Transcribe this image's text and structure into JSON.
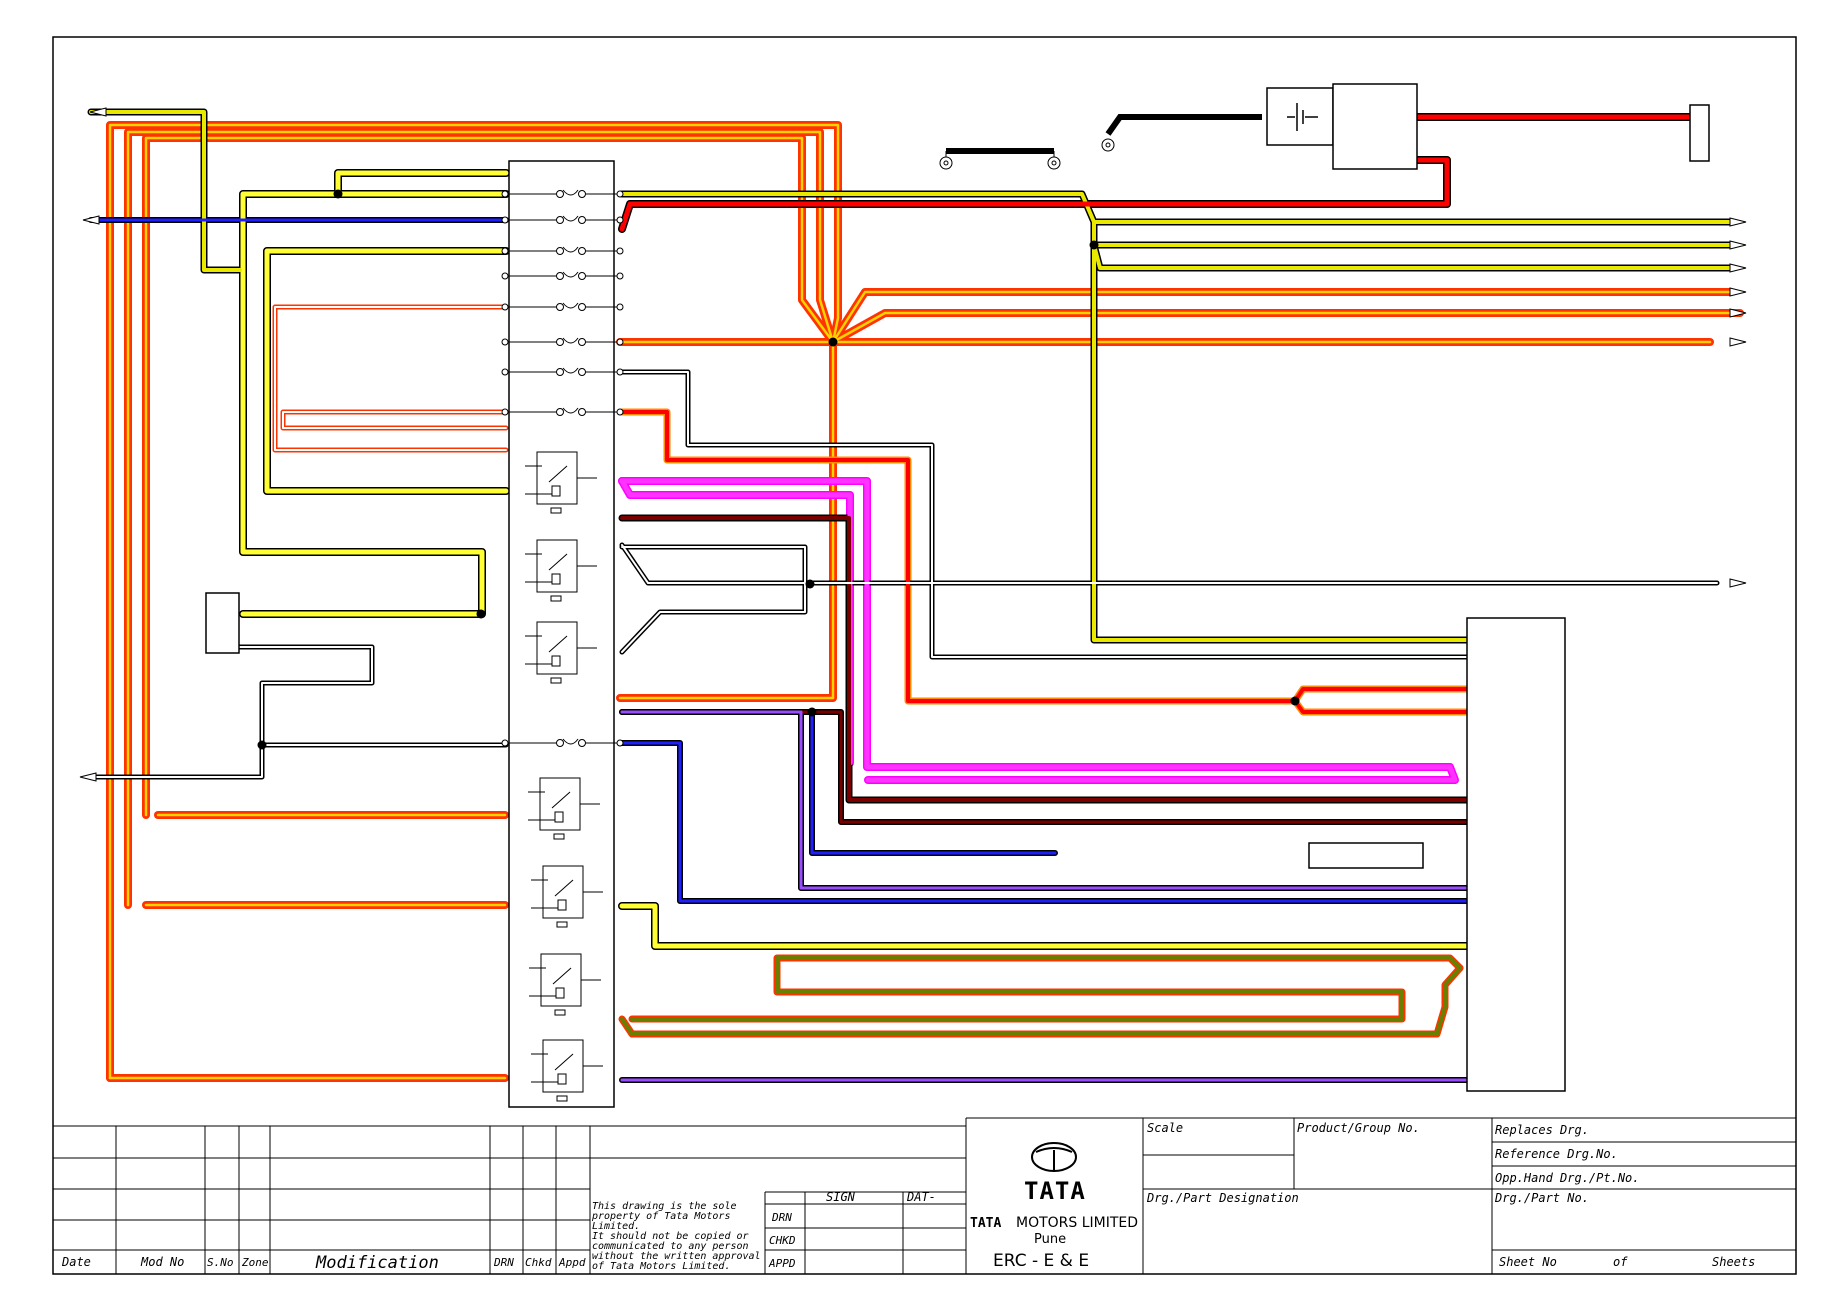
{
  "title_block": {
    "revision_headers": {
      "date": "Date",
      "mod_no": "Mod No",
      "s_no": "S.No",
      "zone": "Zone",
      "modification": "Modification",
      "drn": "DRN",
      "chkd": "Chkd",
      "appd": "Appd"
    },
    "notice_lines": [
      "This drawing is the sole",
      "property of Tata Motors",
      "Limited.",
      "  It should not be copied or",
      "communicated to any person",
      "without the written approval",
      "of Tata Motors Limited."
    ],
    "sign_header": "SIGN",
    "date_header": "DAT-",
    "role_drn": "DRN",
    "role_chkd": "CHKD",
    "role_appd": "APPD",
    "logo_word": "TATA",
    "company_prefix": "TATA",
    "company_name": "MOTORS LIMITED",
    "city": "Pune",
    "department": "ERC - E & E",
    "scale": "Scale",
    "product_group": "Product/Group No.",
    "designation": "Drg./Part Designation",
    "replaces": "Replaces Drg.",
    "reference": "Reference Drg.No.",
    "opp_hand": "Opp.Hand Drg./Pt.No.",
    "part_no": "Drg./Part No.",
    "sheet_no": "Sheet No",
    "of": "of",
    "sheets": "Sheets"
  },
  "colors": {
    "orange": "#ff8c00",
    "orange_core": "#ffd200",
    "red": "#ff0000",
    "yellow": "#ffff33",
    "blue": "#2020ff",
    "magenta": "#ff33ff",
    "maroon": "#7a0000",
    "violet": "#9a4dff",
    "green": "#2a9a2a",
    "black": "#000000"
  }
}
